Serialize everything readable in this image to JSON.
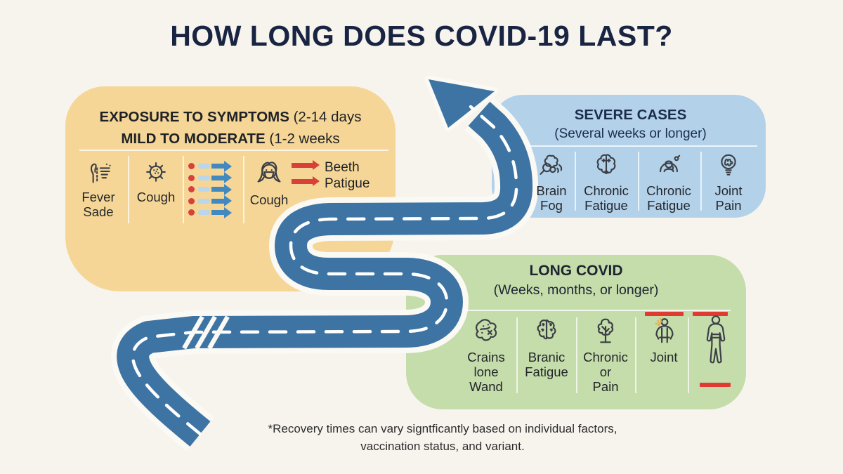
{
  "title": "HOW LONG DOES COVID-19 LAST?",
  "colors": {
    "background": "#f7f4ee",
    "road_blue": "#3d74a4",
    "orange_bubble": "#f5d697",
    "blue_bubble": "#b3d2ea",
    "green_bubble": "#c5dcab",
    "red_accent": "#d8403a",
    "flow_arrow_blue": "#4289c0",
    "flow_arrow_tail": "#b9d6ea",
    "title_navy": "#182441"
  },
  "exposure_section": {
    "heading_bold_1": "EXPOSURE TO SYMPTOMS",
    "heading_rest_1": " (2-14 days",
    "heading_bold_2": "MILD TO MODERATE",
    "heading_rest_2": " (1-2 weeks",
    "items": [
      {
        "icon": "fever-icon",
        "lines": [
          "Fever",
          "Sade"
        ]
      },
      {
        "icon": "virus-icon",
        "lines": [
          "Cough"
        ]
      },
      {
        "icon": "recovery-flow-arrows",
        "lines": []
      },
      {
        "icon": "masked-face-icon",
        "lines": [
          "Cough"
        ]
      }
    ],
    "arrow_notes": [
      "Beeth",
      "Patigue"
    ]
  },
  "severe_section": {
    "heading": "SEVERE CASES",
    "subheading": "(Several weeks or longer)",
    "items": [
      {
        "icon": "brain-magnifier-icon",
        "lines": [
          "Brain",
          "Fog"
        ]
      },
      {
        "icon": "brain-outline-icon",
        "lines": [
          "Chronic",
          "Fatigue"
        ]
      },
      {
        "icon": "patient-headwrap-icon",
        "lines": [
          "Chronic",
          "Fatigue"
        ]
      },
      {
        "icon": "bulb-brain-icon",
        "lines": [
          "Joint",
          "Pain"
        ]
      }
    ]
  },
  "long_covid_section": {
    "heading": "LONG COVID",
    "subheading": "(Weeks, months, or longer)",
    "items": [
      {
        "icon": "blob-cell-icon",
        "lines": [
          "Crains",
          "lone",
          "Wand"
        ]
      },
      {
        "icon": "brain-icon",
        "lines": [
          "Branic",
          "Fatigue"
        ]
      },
      {
        "icon": "tree-icon",
        "lines": [
          "Chronic",
          "or",
          "Pain"
        ]
      },
      {
        "icon": "joint-pain-person-icon",
        "lines": [
          "Joint"
        ]
      },
      {
        "icon": "full-body-icon",
        "lines": []
      }
    ]
  },
  "footnote": {
    "line1": "*Recovery times can vary signtficantly based on individual factors,",
    "line2": "vaccination status, and variant."
  }
}
